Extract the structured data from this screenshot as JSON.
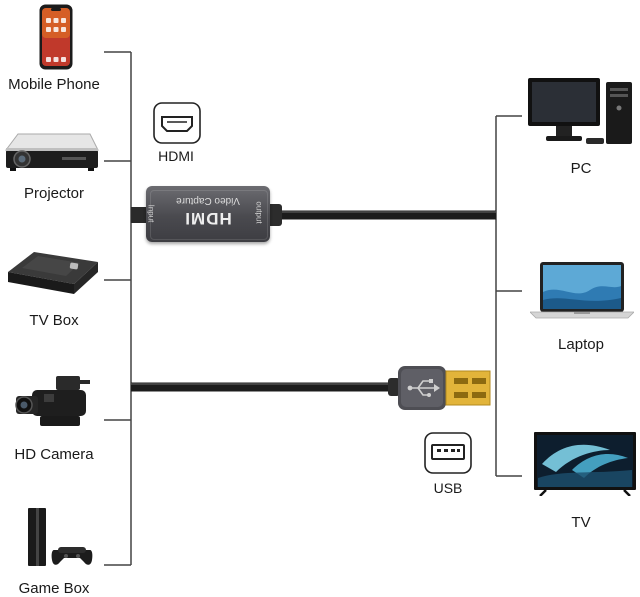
{
  "sources": [
    {
      "label": "Mobile Phone",
      "icon": "mobile-phone-icon"
    },
    {
      "label": "Projector",
      "icon": "projector-icon"
    },
    {
      "label": "TV Box",
      "icon": "tv-box-icon"
    },
    {
      "label": "HD Camera",
      "icon": "hd-camera-icon"
    },
    {
      "label": "Game Box",
      "icon": "game-console-icon"
    }
  ],
  "outputs": [
    {
      "label": "PC",
      "icon": "desktop-pc-icon"
    },
    {
      "label": "Laptop",
      "icon": "laptop-icon"
    },
    {
      "label": "TV",
      "icon": "tv-icon"
    }
  ],
  "ports": {
    "hdmi_label": "HDMI",
    "usb_label": "USB"
  },
  "device": {
    "brand_text": "HDMI",
    "subtitle_text": "Video Capture",
    "input_text": "Input",
    "output_text": "output"
  },
  "colors": {
    "line": "#444444",
    "cable": "#1c1c1c",
    "adapter_body": "#5a5a5e",
    "usb_plug_gold": "#e2b43a"
  }
}
